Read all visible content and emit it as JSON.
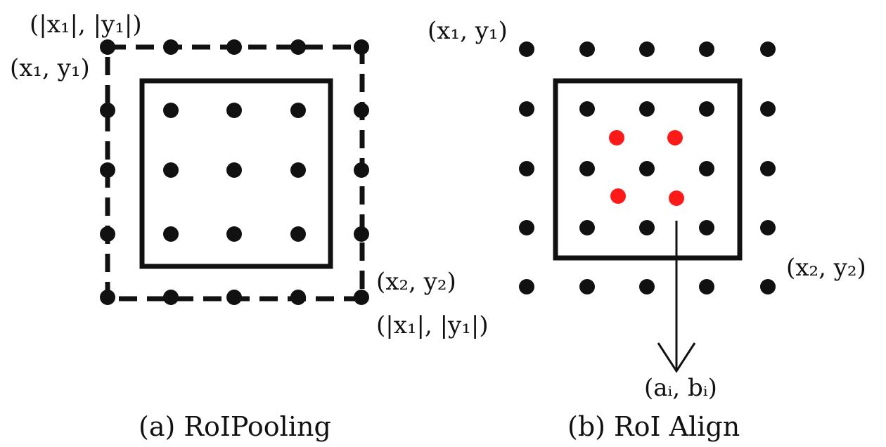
{
  "panel_a": {
    "caption": "(a) RoIPooling",
    "label_outer_top": "(|x₁|, |y₁|)",
    "label_inner_top": "(x₁, y₁)",
    "label_inner_bottom": "(x₂, y₂)",
    "label_outer_bottom": "(|x₁|, |y₁|)"
  },
  "panel_b": {
    "caption": "(b) RoI Align",
    "label_top": "(x₁, y₁)",
    "label_bottom": "(x₂, y₂)",
    "label_arrow": "(aᵢ, bᵢ)"
  },
  "colors": {
    "dot": "#111111",
    "sample_point": "#ff1a1a",
    "box": "#111111"
  }
}
